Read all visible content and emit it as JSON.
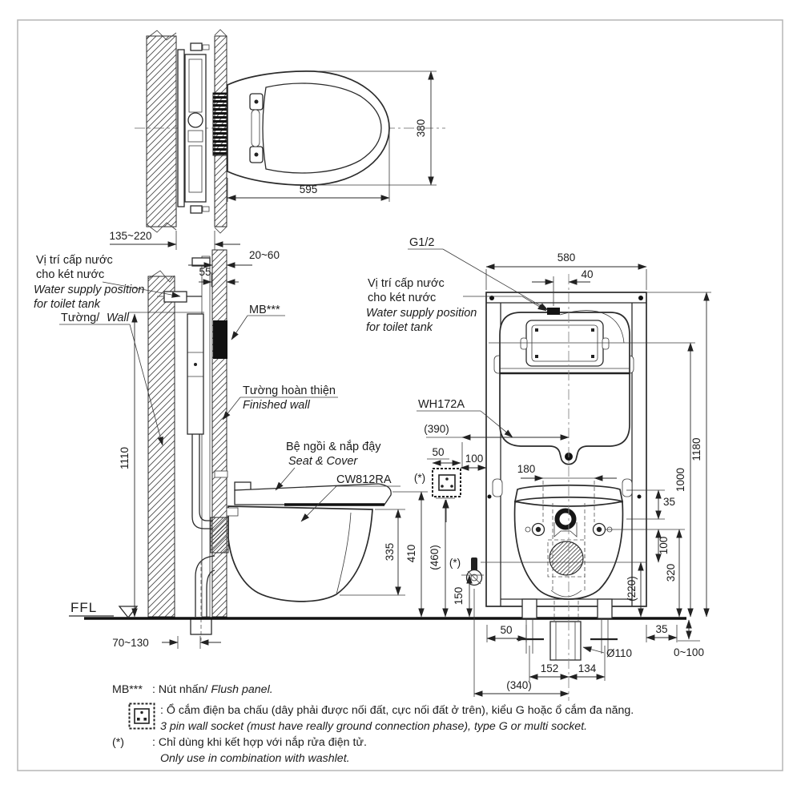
{
  "style": {
    "ink_color": "#1c1c1c"
  },
  "labels": {
    "water_supply_vi1": "Vị trí cấp nước",
    "water_supply_vi2": "cho két nước",
    "water_supply_en1": "Water supply position",
    "water_supply_en2": "for toilet tank",
    "wall_vi": "Tường/",
    "wall_en": "Wall",
    "finished_wall_vi": "Tường hoàn thiện",
    "finished_wall_en": "Finished wall",
    "seat_vi": "Bệ ngồi & nắp đậy",
    "seat_en": "Seat & Cover",
    "seat_model": "CW812RA",
    "tank_model": "WH172A",
    "flush_panel_code": "MB***",
    "supply_thread": "G1/2",
    "ffl": "FFL",
    "asterisk": "(*)"
  },
  "dims": {
    "top_width": "595",
    "top_depth": "380",
    "wall_range": "135~220",
    "finish_range": "20~60",
    "d55": "55",
    "h1110": "1110",
    "drain_range": "70~130",
    "frame_width": "580",
    "d40": "40",
    "d390": "(390)",
    "d50_socket": "50",
    "d100_socket": "100",
    "d180": "180",
    "d335": "335",
    "d410": "410",
    "d460": "(460)",
    "d150": "150",
    "d35_seat": "35",
    "d100_bolt": "100",
    "d320": "320",
    "d220": "(220)",
    "d1000": "1000",
    "d1180": "1180",
    "d50_leg": "50",
    "d35_floor": "35",
    "drain_dia": "Ø110",
    "floor_range": "0~100",
    "d152": "152",
    "d134": "134",
    "d340": "(340)"
  },
  "notes": {
    "flush_key": "MB***",
    "flush_vi": ": Nút nhấn/",
    "flush_en": "Flush panel.",
    "socket_vi": ": Ổ cắm điện ba chấu (dây phải được nối đất, cực nối đất ở trên), kiểu G hoặc ổ cắm đa năng.",
    "socket_en": "3 pin wall socket (must have really ground connection phase), type G or multi socket.",
    "washlet_key": "(*)",
    "washlet_vi": ": Chỉ dùng khi kết hợp với nắp rửa điện tử.",
    "washlet_en": "Only use in combination with washlet."
  }
}
